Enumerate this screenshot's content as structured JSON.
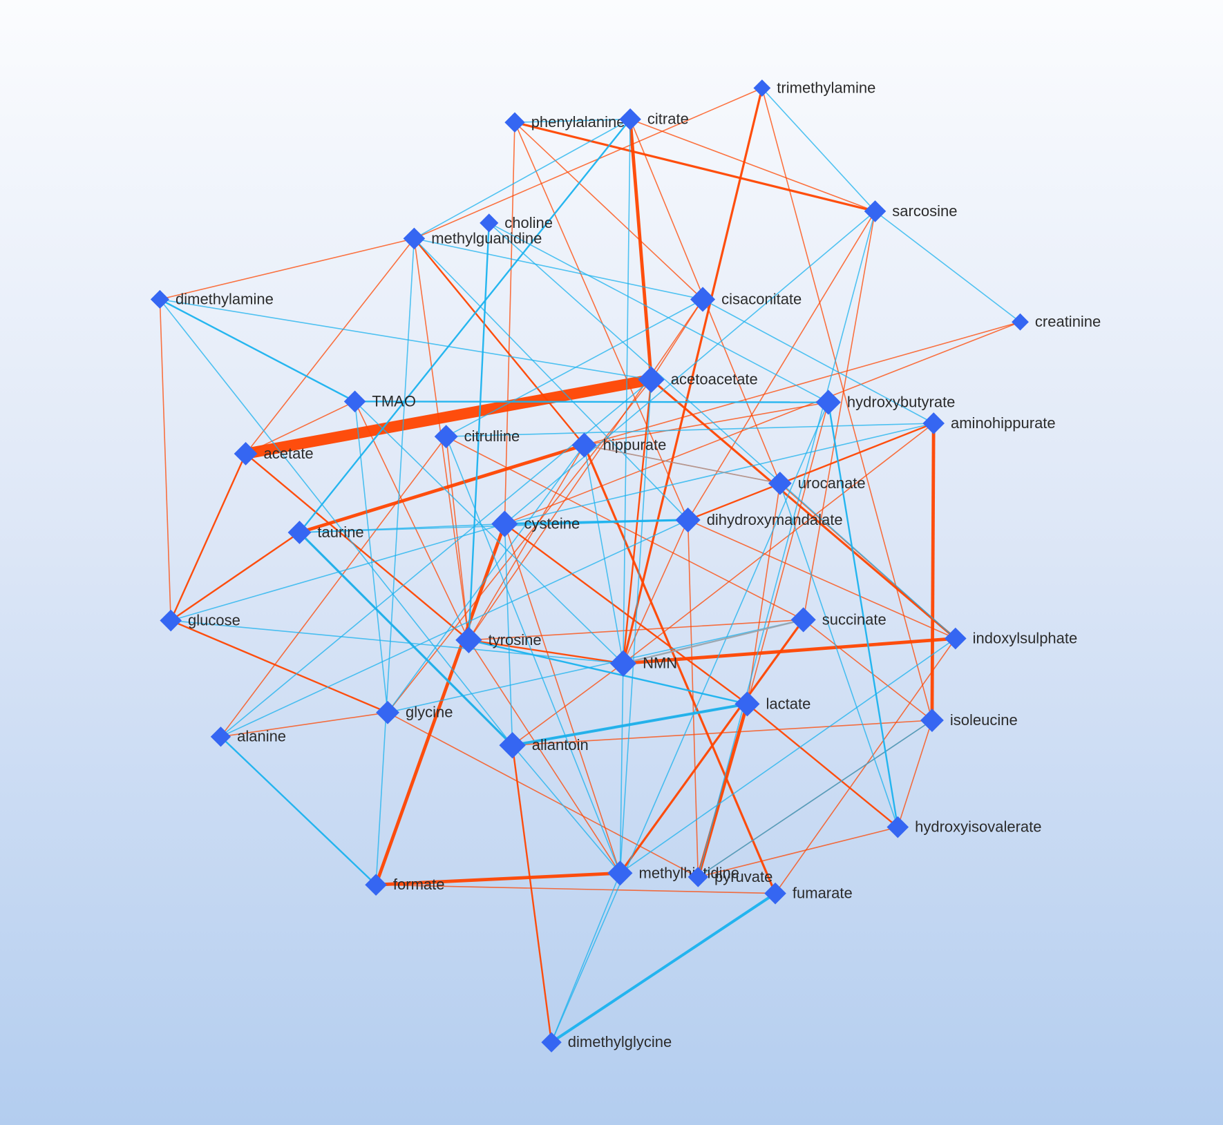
{
  "colors": {
    "positive_edge": "#ff4500",
    "negative_edge": "#1ab2ee",
    "neutral_edge": "#9aa4ad",
    "node": "#3566f2",
    "label": "#2b2b2b"
  },
  "network": {
    "node_shape": "diamond",
    "nodes": [
      {
        "id": "trimethylamine",
        "label": "trimethylamine"
      },
      {
        "id": "phenylalanine",
        "label": "phenylalanine"
      },
      {
        "id": "citrate",
        "label": "citrate"
      },
      {
        "id": "sarcosine",
        "label": "sarcosine"
      },
      {
        "id": "choline",
        "label": "choline"
      },
      {
        "id": "methylguanidine",
        "label": "methylguanidine"
      },
      {
        "id": "dimethylamine",
        "label": "dimethylamine"
      },
      {
        "id": "cisaconitate",
        "label": "cisaconitate"
      },
      {
        "id": "creatinine",
        "label": "creatinine"
      },
      {
        "id": "acetoacetate",
        "label": "acetoacetate"
      },
      {
        "id": "TMAO",
        "label": "TMAO"
      },
      {
        "id": "hydroxybutyrate",
        "label": "hydroxybutyrate"
      },
      {
        "id": "aminohippurate",
        "label": "aminohippurate"
      },
      {
        "id": "citrulline",
        "label": "citrulline"
      },
      {
        "id": "acetate",
        "label": "acetate"
      },
      {
        "id": "hippurate",
        "label": "hippurate"
      },
      {
        "id": "urocanate",
        "label": "urocanate"
      },
      {
        "id": "cysteine",
        "label": "cysteine"
      },
      {
        "id": "dihydroxymandalate",
        "label": "dihydroxymandalate"
      },
      {
        "id": "taurine",
        "label": "taurine"
      },
      {
        "id": "glucose",
        "label": "glucose"
      },
      {
        "id": "succinate",
        "label": "succinate"
      },
      {
        "id": "tyrosine",
        "label": "tyrosine"
      },
      {
        "id": "indoxylsulphate",
        "label": "indoxylsulphate"
      },
      {
        "id": "NMN",
        "label": "NMN"
      },
      {
        "id": "lactate",
        "label": "lactate"
      },
      {
        "id": "glycine",
        "label": "glycine"
      },
      {
        "id": "isoleucine",
        "label": "isoleucine"
      },
      {
        "id": "alanine",
        "label": "alanine"
      },
      {
        "id": "allantoin",
        "label": "allantoin"
      },
      {
        "id": "hydroxyisovalerate",
        "label": "hydroxyisovalerate"
      },
      {
        "id": "methylhistidine",
        "label": "methylhistidine"
      },
      {
        "id": "pyruvate",
        "label": "pyruvate"
      },
      {
        "id": "formate",
        "label": "formate"
      },
      {
        "id": "fumarate",
        "label": "fumarate"
      },
      {
        "id": "dimethylglycine",
        "label": "dimethylglycine"
      }
    ],
    "edges": [
      {
        "source": "acetate",
        "target": "acetoacetate",
        "sign": "positive",
        "weight": 5
      },
      {
        "source": "aminohippurate",
        "target": "isoleucine",
        "sign": "positive",
        "weight": 3
      },
      {
        "source": "citrate",
        "target": "acetoacetate",
        "sign": "positive",
        "weight": 3
      },
      {
        "source": "NMN",
        "target": "indoxylsulphate",
        "sign": "positive",
        "weight": 3
      },
      {
        "source": "formate",
        "target": "methylhistidine",
        "sign": "positive",
        "weight": 3
      },
      {
        "source": "taurine",
        "target": "hippurate",
        "sign": "positive",
        "weight": 3
      },
      {
        "source": "cysteine",
        "target": "formate",
        "sign": "positive",
        "weight": 3
      },
      {
        "source": "lactate",
        "target": "pyruvate",
        "sign": "positive",
        "weight": 3
      },
      {
        "source": "hippurate",
        "target": "fumarate",
        "sign": "positive",
        "weight": 2
      },
      {
        "source": "phenylalanine",
        "target": "sarcosine",
        "sign": "positive",
        "weight": 2
      },
      {
        "source": "trimethylamine",
        "target": "NMN",
        "sign": "positive",
        "weight": 2
      },
      {
        "source": "acetoacetate",
        "target": "indoxylsulphate",
        "sign": "positive",
        "weight": 2
      },
      {
        "source": "succinate",
        "target": "methylhistidine",
        "sign": "positive",
        "weight": 2
      },
      {
        "source": "taurine",
        "target": "glucose",
        "sign": "positive",
        "weight": 1.5
      },
      {
        "source": "methylguanidine",
        "target": "hippurate",
        "sign": "positive",
        "weight": 1.5
      },
      {
        "source": "cysteine",
        "target": "lactate",
        "sign": "positive",
        "weight": 1.5
      },
      {
        "source": "lactate",
        "target": "hydroxyisovalerate",
        "sign": "positive",
        "weight": 1.5
      },
      {
        "source": "acetoacetate",
        "target": "NMN",
        "sign": "positive",
        "weight": 1.5
      },
      {
        "source": "dihydroxymandalate",
        "target": "aminohippurate",
        "sign": "positive",
        "weight": 1.5
      },
      {
        "source": "tyrosine",
        "target": "NMN",
        "sign": "positive",
        "weight": 1.5
      },
      {
        "source": "acetate",
        "target": "glucose",
        "sign": "positive",
        "weight": 1.5
      },
      {
        "source": "acetate",
        "target": "tyrosine",
        "sign": "positive",
        "weight": 1.5
      },
      {
        "source": "glucose",
        "target": "glycine",
        "sign": "positive",
        "weight": 1.5
      },
      {
        "source": "allantoin",
        "target": "dimethylglycine",
        "sign": "positive",
        "weight": 1.5
      },
      {
        "source": "methylguanidine",
        "target": "acetate",
        "sign": "positive",
        "weight": 1
      },
      {
        "source": "trimethylamine",
        "target": "methylguanidine",
        "sign": "positive",
        "weight": 1
      },
      {
        "source": "methylguanidine",
        "target": "dimethylamine",
        "sign": "positive",
        "weight": 1
      },
      {
        "source": "dimethylamine",
        "target": "glucose",
        "sign": "positive",
        "weight": 1
      },
      {
        "source": "phenylalanine",
        "target": "cysteine",
        "sign": "positive",
        "weight": 1
      },
      {
        "source": "phenylalanine",
        "target": "cisaconitate",
        "sign": "positive",
        "weight": 1
      },
      {
        "source": "phenylalanine",
        "target": "dihydroxymandalate",
        "sign": "positive",
        "weight": 1
      },
      {
        "source": "citrate",
        "target": "sarcosine",
        "sign": "positive",
        "weight": 1
      },
      {
        "source": "citrate",
        "target": "urocanate",
        "sign": "positive",
        "weight": 1
      },
      {
        "source": "trimethylamine",
        "target": "isoleucine",
        "sign": "positive",
        "weight": 1
      },
      {
        "source": "methylguanidine",
        "target": "tyrosine",
        "sign": "positive",
        "weight": 1
      },
      {
        "source": "cisaconitate",
        "target": "tyrosine",
        "sign": "positive",
        "weight": 1
      },
      {
        "source": "cisaconitate",
        "target": "acetoacetate",
        "sign": "positive",
        "weight": 1
      },
      {
        "source": "creatinine",
        "target": "hippurate",
        "sign": "positive",
        "weight": 1
      },
      {
        "source": "creatinine",
        "target": "cysteine",
        "sign": "positive",
        "weight": 1
      },
      {
        "source": "sarcosine",
        "target": "succinate",
        "sign": "positive",
        "weight": 1
      },
      {
        "source": "sarcosine",
        "target": "dihydroxymandalate",
        "sign": "positive",
        "weight": 1
      },
      {
        "source": "TMAO",
        "target": "acetate",
        "sign": "positive",
        "weight": 1
      },
      {
        "source": "TMAO",
        "target": "tyrosine",
        "sign": "positive",
        "weight": 1
      },
      {
        "source": "acetoacetate",
        "target": "glycine",
        "sign": "positive",
        "weight": 1
      },
      {
        "source": "hydroxybutyrate",
        "target": "lactate",
        "sign": "positive",
        "weight": 1
      },
      {
        "source": "hydroxybutyrate",
        "target": "hippurate",
        "sign": "positive",
        "weight": 1
      },
      {
        "source": "aminohippurate",
        "target": "NMN",
        "sign": "positive",
        "weight": 1
      },
      {
        "source": "citrulline",
        "target": "succinate",
        "sign": "positive",
        "weight": 1
      },
      {
        "source": "citrulline",
        "target": "tyrosine",
        "sign": "positive",
        "weight": 1
      },
      {
        "source": "hippurate",
        "target": "urocanate",
        "sign": "positive",
        "weight": 1
      },
      {
        "source": "hippurate",
        "target": "tyrosine",
        "sign": "positive",
        "weight": 1
      },
      {
        "source": "urocanate",
        "target": "indoxylsulphate",
        "sign": "positive",
        "weight": 1
      },
      {
        "source": "urocanate",
        "target": "lactate",
        "sign": "positive",
        "weight": 1
      },
      {
        "source": "dihydroxymandalate",
        "target": "indoxylsulphate",
        "sign": "positive",
        "weight": 1
      },
      {
        "source": "dihydroxymandalate",
        "target": "pyruvate",
        "sign": "positive",
        "weight": 1
      },
      {
        "source": "dihydroxymandalate",
        "target": "NMN",
        "sign": "positive",
        "weight": 1
      },
      {
        "source": "taurine",
        "target": "allantoin",
        "sign": "positive",
        "weight": 1
      },
      {
        "source": "succinate",
        "target": "tyrosine",
        "sign": "positive",
        "weight": 1
      },
      {
        "source": "succinate",
        "target": "isoleucine",
        "sign": "positive",
        "weight": 1
      },
      {
        "source": "tyrosine",
        "target": "methylhistidine",
        "sign": "positive",
        "weight": 1
      },
      {
        "source": "indoxylsulphate",
        "target": "fumarate",
        "sign": "positive",
        "weight": 1
      },
      {
        "source": "lactate",
        "target": "allantoin",
        "sign": "positive",
        "weight": 1
      },
      {
        "source": "isoleucine",
        "target": "allantoin",
        "sign": "positive",
        "weight": 1
      },
      {
        "source": "isoleucine",
        "target": "pyruvate",
        "sign": "positive",
        "weight": 1
      },
      {
        "source": "isoleucine",
        "target": "hydroxyisovalerate",
        "sign": "positive",
        "weight": 1
      },
      {
        "source": "alanine",
        "target": "glycine",
        "sign": "positive",
        "weight": 1
      },
      {
        "source": "alanine",
        "target": "citrulline",
        "sign": "positive",
        "weight": 1
      },
      {
        "source": "allantoin",
        "target": "NMN",
        "sign": "positive",
        "weight": 1
      },
      {
        "source": "hydroxyisovalerate",
        "target": "pyruvate",
        "sign": "positive",
        "weight": 1
      },
      {
        "source": "formate",
        "target": "fumarate",
        "sign": "positive",
        "weight": 1
      },
      {
        "source": "glycine",
        "target": "pyruvate",
        "sign": "positive",
        "weight": 1
      },
      {
        "source": "cysteine",
        "target": "methylhistidine",
        "sign": "positive",
        "weight": 1
      },
      {
        "source": "TMAO",
        "target": "hydroxybutyrate",
        "sign": "negative",
        "weight": 1.5
      },
      {
        "source": "cysteine",
        "target": "dihydroxymandalate",
        "sign": "negative",
        "weight": 2
      },
      {
        "source": "allantoin",
        "target": "lactate",
        "sign": "negative",
        "weight": 2.5
      },
      {
        "source": "fumarate",
        "target": "dimethylglycine",
        "sign": "negative",
        "weight": 2.5
      },
      {
        "source": "taurine",
        "target": "allantoin",
        "sign": "negative",
        "weight": 2
      },
      {
        "source": "citrate",
        "target": "taurine",
        "sign": "negative",
        "weight": 1.5
      },
      {
        "source": "dimethylamine",
        "target": "TMAO",
        "sign": "negative",
        "weight": 1.5
      },
      {
        "source": "tyrosine",
        "target": "lactate",
        "sign": "negative",
        "weight": 1.5
      },
      {
        "source": "alanine",
        "target": "formate",
        "sign": "negative",
        "weight": 1.5
      },
      {
        "source": "choline",
        "target": "tyrosine",
        "sign": "negative",
        "weight": 1.5
      },
      {
        "source": "trimethylamine",
        "target": "sarcosine",
        "sign": "negative",
        "weight": 1
      },
      {
        "source": "sarcosine",
        "target": "creatinine",
        "sign": "negative",
        "weight": 1
      },
      {
        "source": "phenylalanine",
        "target": "citrate",
        "sign": "negative",
        "weight": 1
      },
      {
        "source": "citrate",
        "target": "methylguanidine",
        "sign": "negative",
        "weight": 1
      },
      {
        "source": "citrate",
        "target": "NMN",
        "sign": "negative",
        "weight": 1
      },
      {
        "source": "choline",
        "target": "hydroxybutyrate",
        "sign": "negative",
        "weight": 1
      },
      {
        "source": "choline",
        "target": "indoxylsulphate",
        "sign": "negative",
        "weight": 1
      },
      {
        "source": "methylguanidine",
        "target": "cisaconitate",
        "sign": "negative",
        "weight": 1
      },
      {
        "source": "methylguanidine",
        "target": "dihydroxymandalate",
        "sign": "negative",
        "weight": 1
      },
      {
        "source": "methylguanidine",
        "target": "formate",
        "sign": "negative",
        "weight": 1
      },
      {
        "source": "dimethylamine",
        "target": "allantoin",
        "sign": "negative",
        "weight": 1
      },
      {
        "source": "dimethylamine",
        "target": "acetoacetate",
        "sign": "negative",
        "weight": 1
      },
      {
        "source": "cisaconitate",
        "target": "citrulline",
        "sign": "negative",
        "weight": 1
      },
      {
        "source": "cisaconitate",
        "target": "aminohippurate",
        "sign": "negative",
        "weight": 1
      },
      {
        "source": "sarcosine",
        "target": "cysteine",
        "sign": "negative",
        "weight": 1
      },
      {
        "source": "sarcosine",
        "target": "pyruvate",
        "sign": "negative",
        "weight": 1
      },
      {
        "source": "hydroxybutyrate",
        "target": "dimethylglycine",
        "sign": "negative",
        "weight": 1
      },
      {
        "source": "hydroxybutyrate",
        "target": "hydroxyisovalerate",
        "sign": "negative",
        "weight": 1.5
      },
      {
        "source": "acetoacetate",
        "target": "alanine",
        "sign": "negative",
        "weight": 1
      },
      {
        "source": "acetoacetate",
        "target": "methylhistidine",
        "sign": "negative",
        "weight": 1
      },
      {
        "source": "TMAO",
        "target": "glycine",
        "sign": "negative",
        "weight": 1
      },
      {
        "source": "TMAO",
        "target": "NMN",
        "sign": "negative",
        "weight": 1
      },
      {
        "source": "aminohippurate",
        "target": "citrulline",
        "sign": "negative",
        "weight": 1
      },
      {
        "source": "aminohippurate",
        "target": "cysteine",
        "sign": "negative",
        "weight": 1
      },
      {
        "source": "citrulline",
        "target": "methylhistidine",
        "sign": "negative",
        "weight": 1
      },
      {
        "source": "hippurate",
        "target": "glycine",
        "sign": "negative",
        "weight": 1
      },
      {
        "source": "hippurate",
        "target": "NMN",
        "sign": "negative",
        "weight": 1
      },
      {
        "source": "taurine",
        "target": "cysteine",
        "sign": "negative",
        "weight": 1
      },
      {
        "source": "taurine",
        "target": "dihydroxymandalate",
        "sign": "negative",
        "weight": 1
      },
      {
        "source": "glucose",
        "target": "NMN",
        "sign": "negative",
        "weight": 1
      },
      {
        "source": "glucose",
        "target": "cysteine",
        "sign": "negative",
        "weight": 1
      },
      {
        "source": "alanine",
        "target": "dihydroxymandalate",
        "sign": "negative",
        "weight": 1
      },
      {
        "source": "cysteine",
        "target": "allantoin",
        "sign": "negative",
        "weight": 1
      },
      {
        "source": "urocanate",
        "target": "hydroxyisovalerate",
        "sign": "negative",
        "weight": 1
      },
      {
        "source": "succinate",
        "target": "glycine",
        "sign": "negative",
        "weight": 1
      },
      {
        "source": "indoxylsulphate",
        "target": "methylhistidine",
        "sign": "negative",
        "weight": 1
      },
      {
        "source": "isoleucine",
        "target": "pyruvate",
        "sign": "negative",
        "weight": 1
      },
      {
        "source": "NMN",
        "target": "methylhistidine",
        "sign": "negative",
        "weight": 1
      },
      {
        "source": "dimethylglycine",
        "target": "methylhistidine",
        "sign": "negative",
        "weight": 1
      },
      {
        "source": "allantoin",
        "target": "methylhistidine",
        "sign": "negative",
        "weight": 1
      },
      {
        "source": "succinate",
        "target": "NMN",
        "sign": "neutral",
        "weight": 1.5
      },
      {
        "source": "urocanate",
        "target": "hippurate",
        "sign": "neutral",
        "weight": 1
      }
    ]
  }
}
